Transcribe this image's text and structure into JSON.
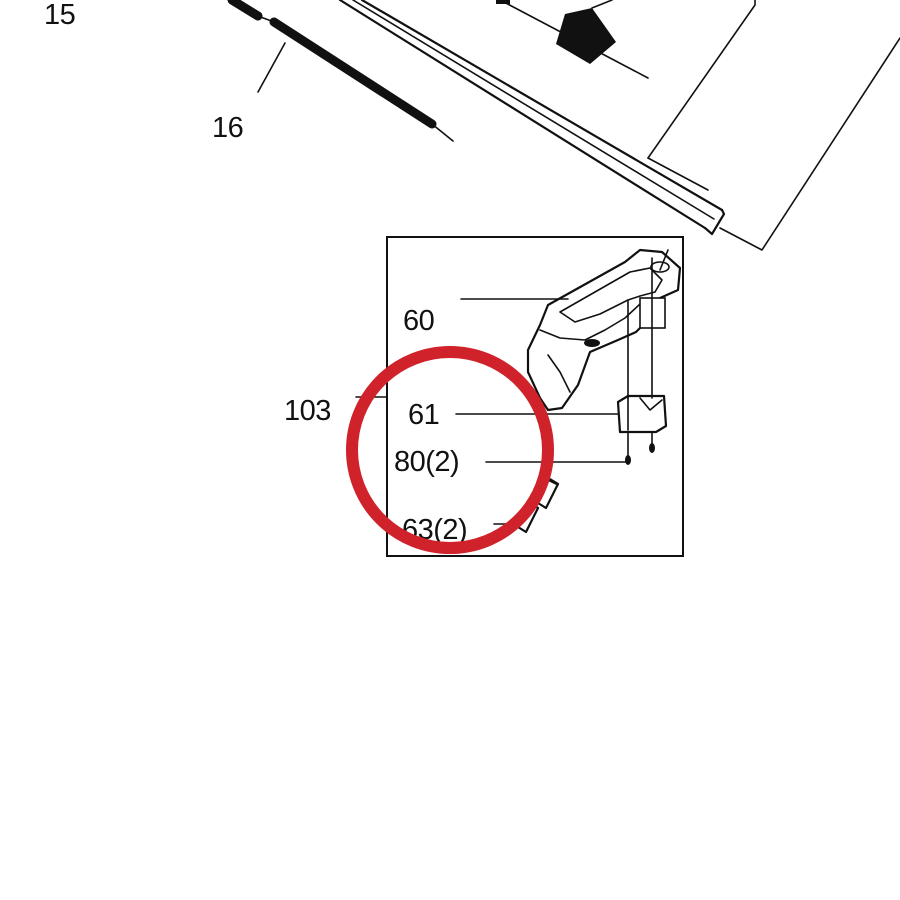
{
  "labels": {
    "part_15": "15",
    "part_16": "16",
    "part_60": "60",
    "part_61": "61",
    "part_103": "103",
    "part_80": "80(2)",
    "part_63": "63(2)"
  },
  "highlight": {
    "color": "#d0222a",
    "shape": "circle"
  },
  "line_color": "#111111",
  "background_color": "#ffffff"
}
